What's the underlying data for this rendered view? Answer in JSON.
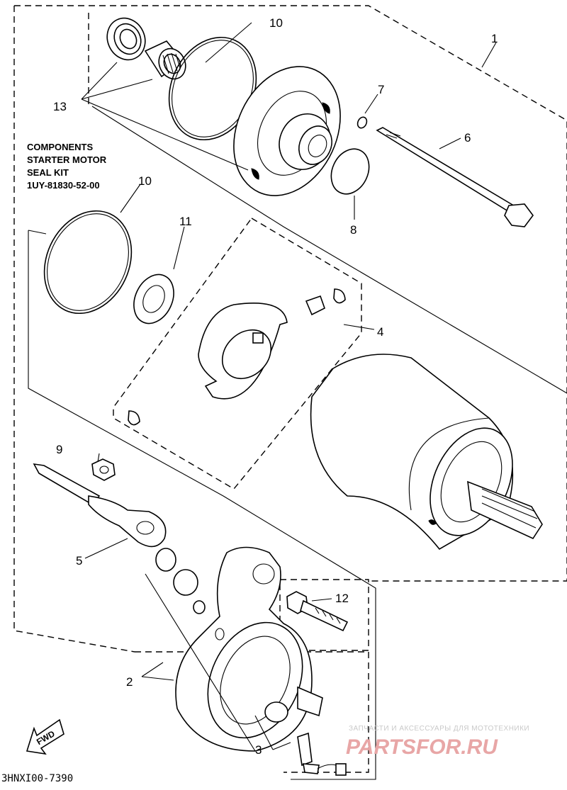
{
  "diagram": {
    "callouts": {
      "c1": "1",
      "c2": "2",
      "c3": "3",
      "c4": "4",
      "c5": "5",
      "c6": "6",
      "c7": "7",
      "c8": "8",
      "c9": "9",
      "c10a": "10",
      "c10b": "10",
      "c11": "11",
      "c12": "12",
      "c13": "13"
    },
    "note": {
      "line1": "COMPONENTS",
      "line2": "STARTER MOTOR",
      "line3": "SEAL KIT",
      "line4": "1UY-81830-52-00"
    },
    "fwd_label": "FWD",
    "figure_code": "3HNXI00-7390",
    "watermark": {
      "tagline": "ЗАПЧАСТИ И АКСЕССУАРЫ ДЛЯ МОТОТЕХНИКИ",
      "brand": "PARTSFOR.RU"
    }
  }
}
